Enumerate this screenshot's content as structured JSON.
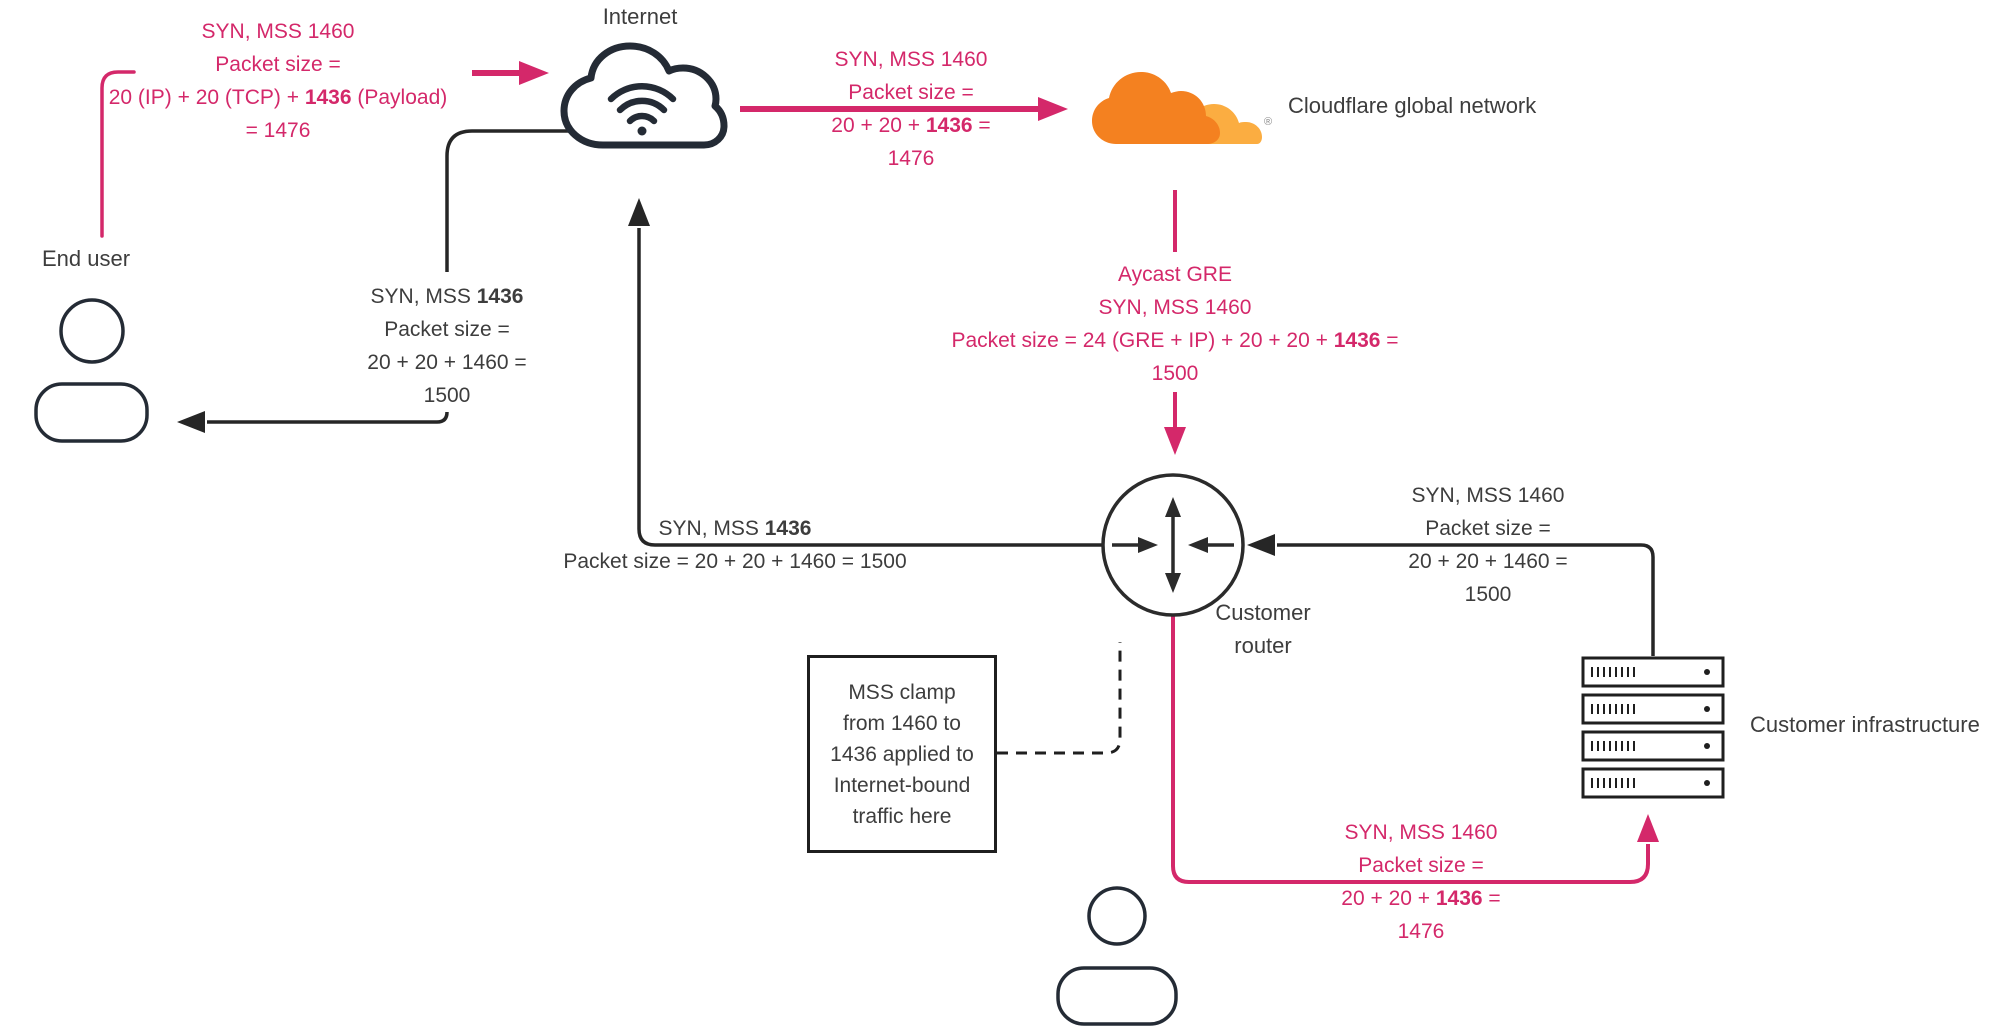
{
  "colors": {
    "pink_accent": "#d4286a",
    "dark_line": "#262626",
    "icon_dark": "#242b35",
    "cloudflare_orange": "#f48120",
    "cloudflare_light": "#fbad41",
    "text_dark": "#3d3d3d"
  },
  "nodes": {
    "internet": "Internet",
    "end_user": "End user",
    "cloudflare": "Cloudflare global network",
    "cloudflare_registered": "®",
    "customer_router_line1": "Customer",
    "customer_router_line2": "router",
    "customer_infrastructure": "Customer infrastructure"
  },
  "annotations": {
    "to_internet": {
      "l1": "SYN, MSS 1460",
      "l2": "Packet size =",
      "l3_pre": "20 (IP) + 20 (TCP) + ",
      "l3_bold": "1436",
      "l3_post": " (Payload)",
      "l4": "= 1476"
    },
    "internet_to_cf": {
      "l1": "SYN, MSS 1460",
      "l2": "Packet size =",
      "l3_pre": "20 + 20 + ",
      "l3_bold": "1436",
      "l3_post": " =",
      "l4": "1476"
    },
    "to_end_user": {
      "l1_pre": "SYN, MSS ",
      "l1_bold": "1436",
      "l2": "Packet size =",
      "l3": "20 + 20 + 1460 =",
      "l4": "1500"
    },
    "cf_to_router": {
      "l1": "Aycast GRE",
      "l2": "SYN, MSS 1460",
      "l3_pre": "Packet size = 24 (GRE + IP) + 20 + 20 + ",
      "l3_bold": "1436",
      "l3_post": " =",
      "l4": "1500"
    },
    "router_to_internet": {
      "l1_pre": "SYN, MSS ",
      "l1_bold": "1436",
      "l2": "Packet size = 20 + 20 + 1460 = 1500"
    },
    "infra_to_router": {
      "l1": "SYN, MSS 1460",
      "l2": "Packet size =",
      "l3": "20 + 20 + 1460 =",
      "l4": "1500"
    },
    "router_to_infra": {
      "l1": "SYN, MSS 1460",
      "l2": "Packet size =",
      "l3_pre": "20 + 20 + ",
      "l3_bold": "1436",
      "l3_post": " =",
      "l4": "1476"
    }
  },
  "clamp_note": {
    "l1": "MSS clamp",
    "l2": "from 1460 to",
    "l3": "1436 applied to",
    "l4": "Internet-bound",
    "l5": "traffic here"
  }
}
